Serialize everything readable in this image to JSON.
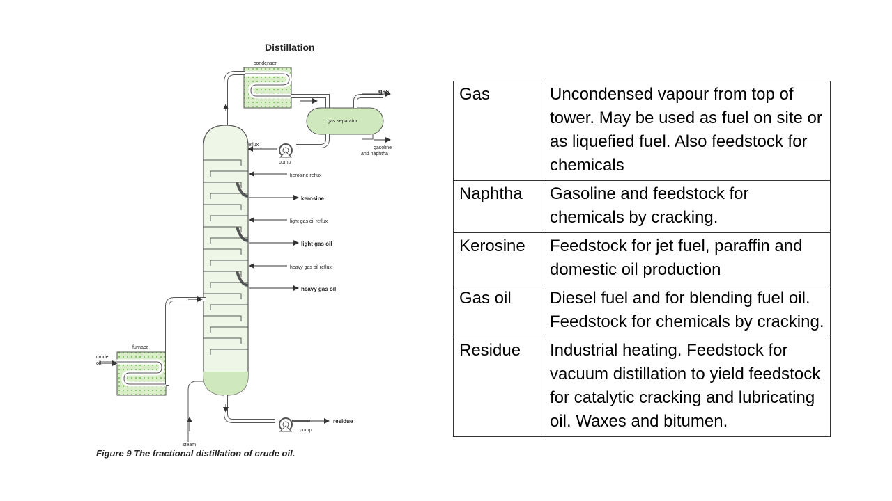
{
  "diagram": {
    "title": "Distillation",
    "caption": "Figure 9  The fractional distillation of crude oil.",
    "labels": {
      "condenser": "condenser",
      "gas": "gas",
      "gas_separator": "gas separator",
      "reflux": "reflux",
      "pump_top": "pump",
      "gasoline_1": "gasoline",
      "gasoline_2": "and naphtha",
      "kerosine_reflux": "kerosine reflux",
      "kerosine": "kerosine",
      "light_gas_oil_reflux": "light gas oil reflux",
      "light_gas_oil": "light gas oil",
      "heavy_gas_oil_reflux": "heavy gas oil reflux",
      "heavy_gas_oil": "heavy gas oil",
      "furnace": "furnace",
      "crude_1": "crude",
      "crude_2": "oil",
      "steam": "steam",
      "pump_bottom": "pump",
      "residue": "residue"
    }
  },
  "table": {
    "rows": [
      {
        "name": "Gas",
        "desc": "Uncondensed vapour from top of tower. May be used as fuel on site or as liquefied fuel.  Also feedstock for chemicals"
      },
      {
        "name": "Naphtha",
        "desc": "Gasoline and feedstock for chemicals by cracking."
      },
      {
        "name": "Kerosine",
        "desc": "Feedstock for jet fuel, paraffin and domestic oil production"
      },
      {
        "name": "Gas oil",
        "desc": "Diesel fuel and for blending fuel oil. Feedstock for chemicals by cracking."
      },
      {
        "name": "Residue",
        "desc": "Industrial heating. Feedstock for vacuum distillation to yield feedstock for catalytic cracking and lubricating oil. Waxes and bitumen."
      }
    ]
  },
  "colors": {
    "green_fill": "#cfe8bd",
    "green_dark": "#6aa84f",
    "tower_fill": "#eef6e8",
    "liquid_fill": "#cfe8bd",
    "pipe_stroke": "#555555"
  }
}
